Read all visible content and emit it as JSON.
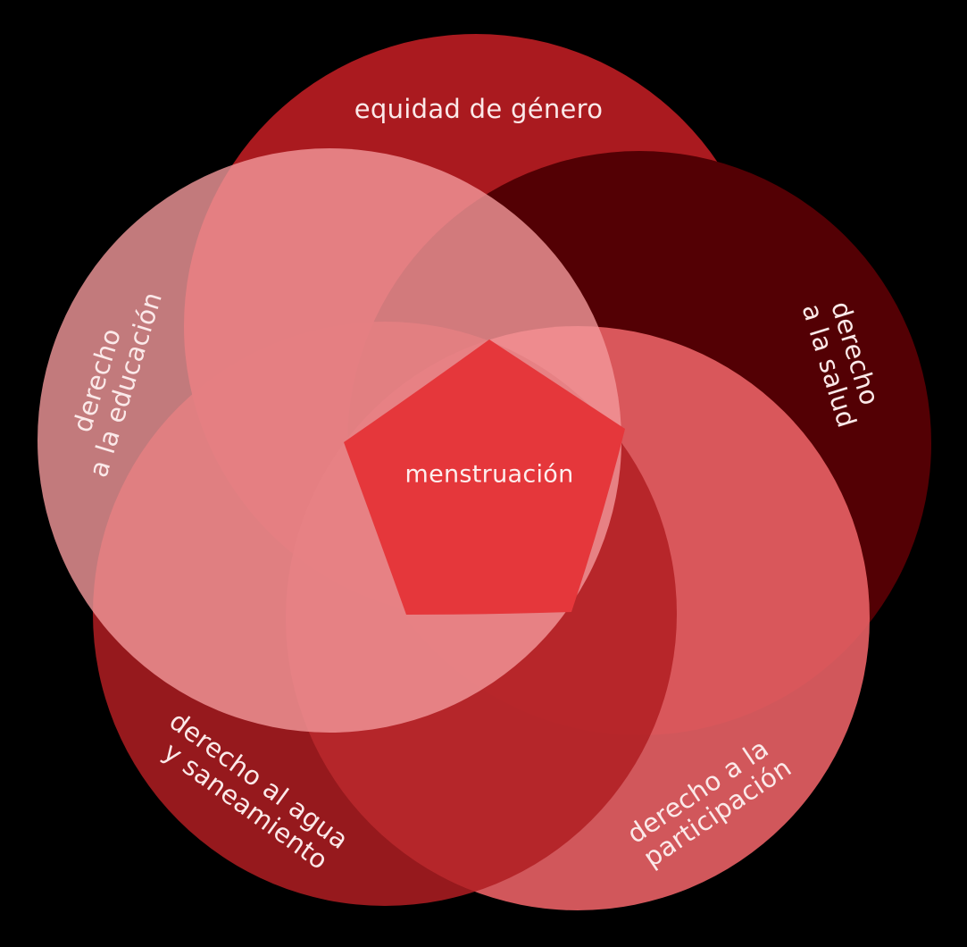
{
  "diagram": {
    "center": {
      "label": "menstruación",
      "color": "#e5373b"
    },
    "sets": [
      {
        "id": "equidad",
        "lines": [
          "equidad de género"
        ],
        "color": "#aa1a1f",
        "opacity": 1.0
      },
      {
        "id": "salud",
        "lines": [
          "derecho",
          "a la salud"
        ],
        "color": "#530004",
        "opacity": 1.0
      },
      {
        "id": "participacion",
        "lines": [
          "derecho a la",
          "participación"
        ],
        "color": "#e86165",
        "opacity": 0.9
      },
      {
        "id": "agua",
        "lines": [
          "derecho al agua",
          "y saneamiento"
        ],
        "color": "#b01d22",
        "opacity": 0.85
      },
      {
        "id": "educacion",
        "lines": [
          "derecho",
          "a la educación"
        ],
        "color": "#f2999b",
        "opacity": 0.8
      }
    ]
  }
}
